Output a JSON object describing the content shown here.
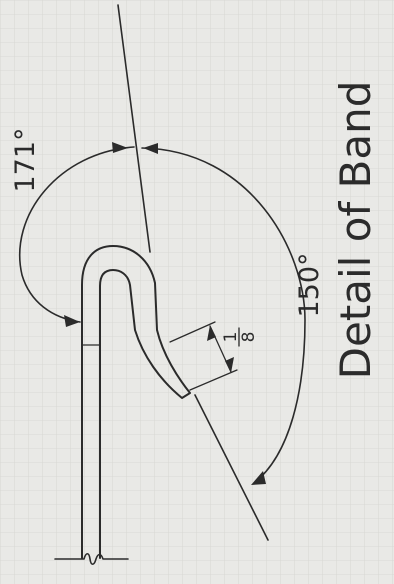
{
  "drawing": {
    "title": "Detail of Band",
    "angle_upper": "171°",
    "angle_lower": "150°",
    "gap_dimension": "1/8",
    "gap_numerator": "1",
    "gap_denominator": "8"
  },
  "colors": {
    "paper": "#e9e9e6",
    "grid": "#d4d4cf",
    "ink": "#2b2b2b"
  }
}
